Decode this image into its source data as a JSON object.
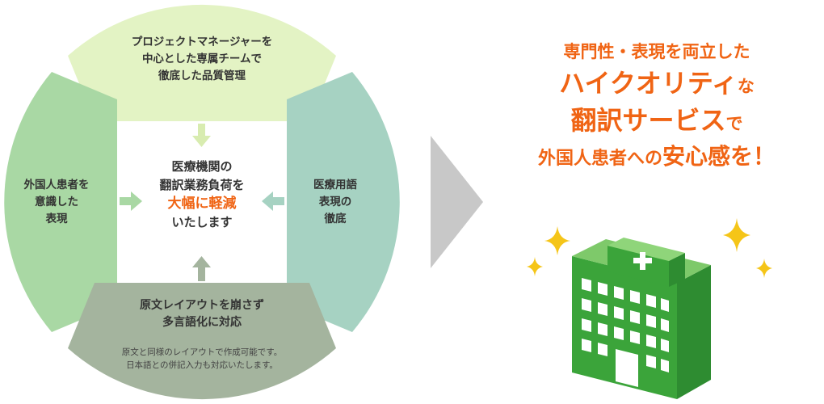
{
  "colors": {
    "top_segment": "#e3f3c4",
    "left_segment": "#a9d8a4",
    "right_segment": "#a6d2c2",
    "bottom_segment": "#a4b49e",
    "arrow_gray": "#c8c8c8",
    "accent_orange": "#f06414",
    "hospital_green": "#3ba43a",
    "sparkle_yellow": "#f5c518"
  },
  "diagram": {
    "top": {
      "lines": [
        "プロジェクトマネージャーを",
        "中心とした専属チームで",
        "徹底した品質管理"
      ]
    },
    "left": {
      "lines": [
        "外国人患者を",
        "意識した",
        "表現"
      ]
    },
    "right": {
      "lines": [
        "医療用語",
        "表現の",
        "徹底"
      ]
    },
    "bottom": {
      "lines": [
        "原文レイアウトを崩さず",
        "多言語化に対応"
      ],
      "sub_lines": [
        "原文と同様のレイアウトで作成可能です。",
        "日本語との併記入力も対応いたします。"
      ]
    },
    "center": {
      "line1": "医療機関の",
      "line2": "翻訳業務負荷を",
      "accent": "大幅に軽減",
      "line4": "いたします"
    }
  },
  "headline": {
    "line1": "専門性・表現を両立した",
    "line2_big": "ハイクオリティ",
    "line2_small": "な",
    "line3_big": "翻訳サービス",
    "line3_small": "で",
    "line4_small": "外国人患者への",
    "line4_big": "安心感を！"
  },
  "icons": {
    "arrow": "chevron-right-icon",
    "hospital": "hospital-building-icon",
    "sparkle": "sparkle-icon"
  }
}
